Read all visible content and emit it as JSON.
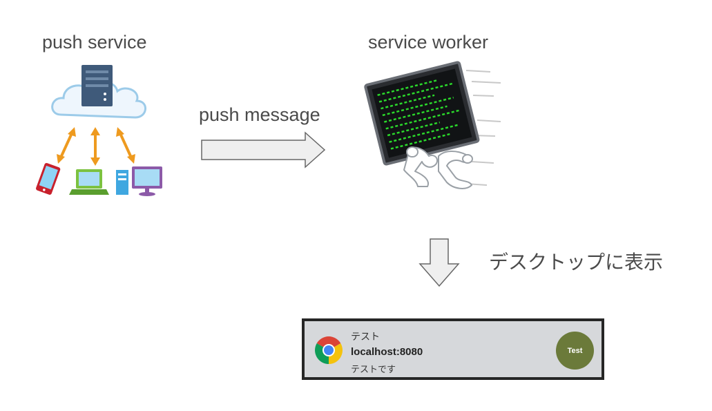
{
  "labels": {
    "push_service": "push service",
    "service_worker": "service worker",
    "push_message": "push message",
    "desktop_display": "デスクトップに表示"
  },
  "notification": {
    "title": "テスト",
    "origin": "localhost:8080",
    "body": "テストです",
    "action_label": "Test"
  },
  "icons": {
    "server": "server-icon",
    "cloud": "cloud-icon",
    "phone": "smartphone-icon",
    "laptop": "laptop-icon",
    "desktop": "desktop-pc-icon",
    "worker": "running-terminal-icon",
    "chrome": "chrome-icon"
  },
  "colors": {
    "arrow_orange": "#ee9a1f",
    "terminal_green": "#2bd82b",
    "notification_bg": "#d6d8db",
    "action_button": "#6b7a3a"
  }
}
